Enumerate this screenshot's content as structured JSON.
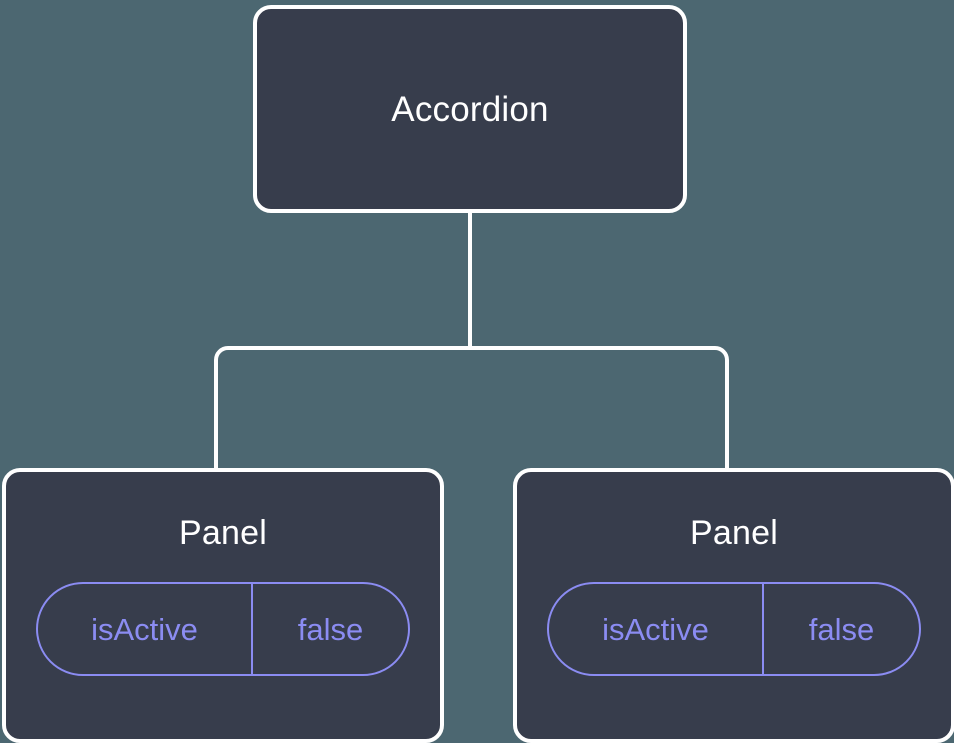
{
  "diagram": {
    "type": "component-tree",
    "background_color": "#4c6771",
    "node_fill_color": "#373d4c",
    "node_border_color": "#ffffff",
    "edge_color": "#ffffff",
    "badge_color": "#8b8cf2",
    "title_color": "#ffffff",
    "root": {
      "label": "Accordion"
    },
    "children": [
      {
        "label": "Panel",
        "props": [
          {
            "key": "isActive",
            "value": "false"
          }
        ]
      },
      {
        "label": "Panel",
        "props": [
          {
            "key": "isActive",
            "value": "false"
          }
        ]
      }
    ]
  }
}
